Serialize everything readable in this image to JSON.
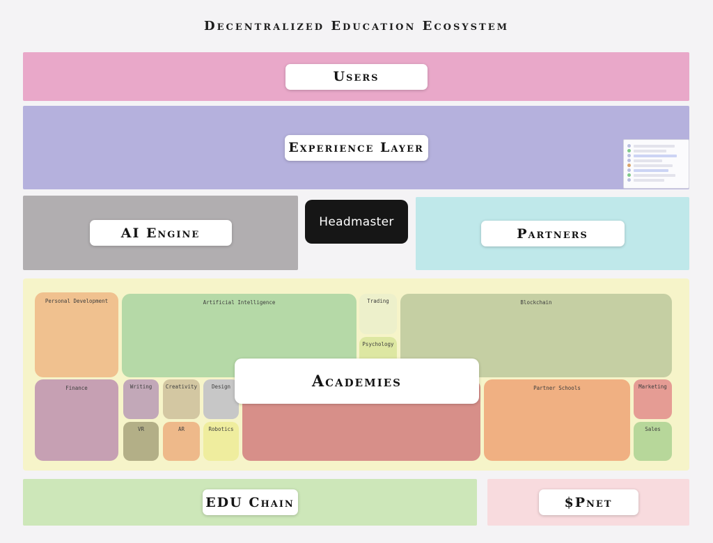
{
  "title": "Decentralized Education Ecosystem",
  "bands": {
    "users": {
      "label": "Users",
      "color": "#e9a8c9"
    },
    "experience": {
      "label": "Experience Layer",
      "color": "#b5b1dd"
    },
    "ai_engine": {
      "label": "AI Engine",
      "color": "#b1aeb0"
    },
    "headmaster": {
      "label": "Headmaster",
      "color": "#161616"
    },
    "partners": {
      "label": "Partners",
      "color": "#bfe8ea"
    },
    "edu_chain": {
      "label": "EDU Chain",
      "color": "#cde7b9"
    },
    "pnet": {
      "label": "$Pnet",
      "color": "#f8dbde"
    }
  },
  "academies": {
    "label": "Academies",
    "container_color": "#f6f4c9",
    "blocks": [
      {
        "id": "personal-development",
        "label": "Personal Development",
        "color": "#f0c18f"
      },
      {
        "id": "artificial-intelligence",
        "label": "Artificial Intelligence",
        "color": "#b5d9a7"
      },
      {
        "id": "trading",
        "label": "Trading",
        "color": "#edf0cb"
      },
      {
        "id": "psychology",
        "label": "Psychology",
        "color": "#dde7a2"
      },
      {
        "id": "blockchain",
        "label": "Blockchain",
        "color": "#c5cfa3"
      },
      {
        "id": "finance",
        "label": "Finance",
        "color": "#c6a0b3"
      },
      {
        "id": "writing",
        "label": "Writing",
        "color": "#c2a8b8"
      },
      {
        "id": "creativity",
        "label": "Creativity",
        "color": "#d3c7a2"
      },
      {
        "id": "design",
        "label": "Design",
        "color": "#c7c7c7"
      },
      {
        "id": "vr",
        "label": "VR",
        "color": "#b3af87"
      },
      {
        "id": "ar",
        "label": "AR",
        "color": "#eeb98a"
      },
      {
        "id": "robotics",
        "label": "Robotics",
        "color": "#efed9e"
      },
      {
        "id": "academies-core",
        "label": "",
        "color": "#d78f89"
      },
      {
        "id": "partner-schools",
        "label": "Partner Schools",
        "color": "#f0b082"
      },
      {
        "id": "marketing",
        "label": "Marketing",
        "color": "#e59c94"
      },
      {
        "id": "sales",
        "label": "Sales",
        "color": "#b7d79a"
      }
    ]
  }
}
